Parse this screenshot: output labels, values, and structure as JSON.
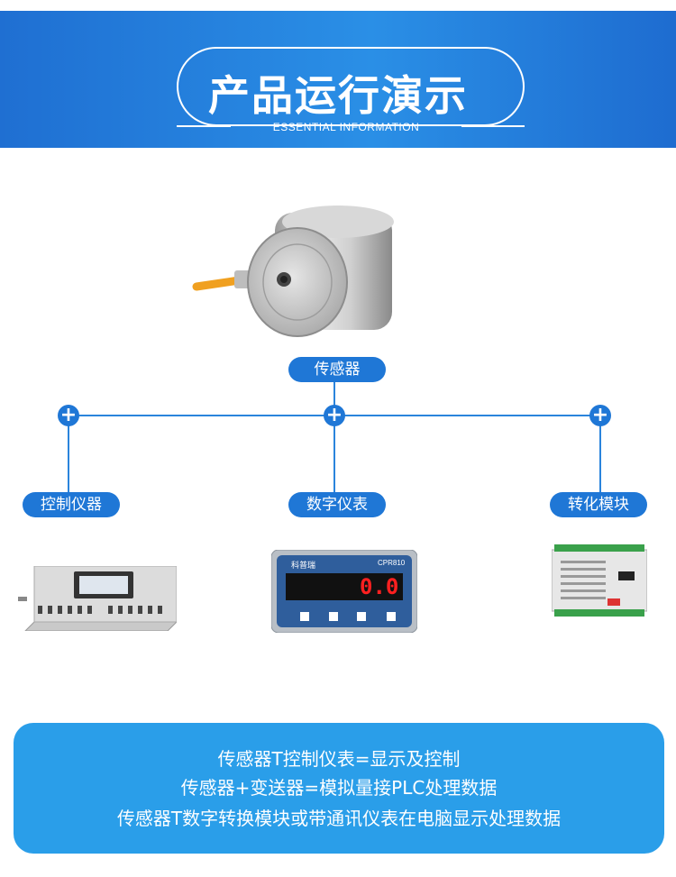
{
  "header": {
    "title": "产品运行演示",
    "subtitle": "ESSENTIAL INFORMATION"
  },
  "sensor_label": "传感器",
  "devices": [
    {
      "label": "控制仪器",
      "icon": "control-instrument-image"
    },
    {
      "label": "数字仪表",
      "icon": "digital-meter-image",
      "brand": "科普瑞",
      "model": "CPR810",
      "display": "0.0"
    },
    {
      "label": "转化模块",
      "icon": "conversion-module-image"
    }
  ],
  "info_lines": [
    "传感器T控制仪表=显示及控制",
    "传感器+变送器=模拟量接PLC处理数据",
    "传感器T数字转换模块或带通讯仪表在电脑显示处理数据"
  ],
  "colors": {
    "header_blue": "#1f6fd2",
    "pill_blue": "#1f77d6",
    "box_blue": "#2a9ee9",
    "line_blue": "#2a84dc"
  }
}
